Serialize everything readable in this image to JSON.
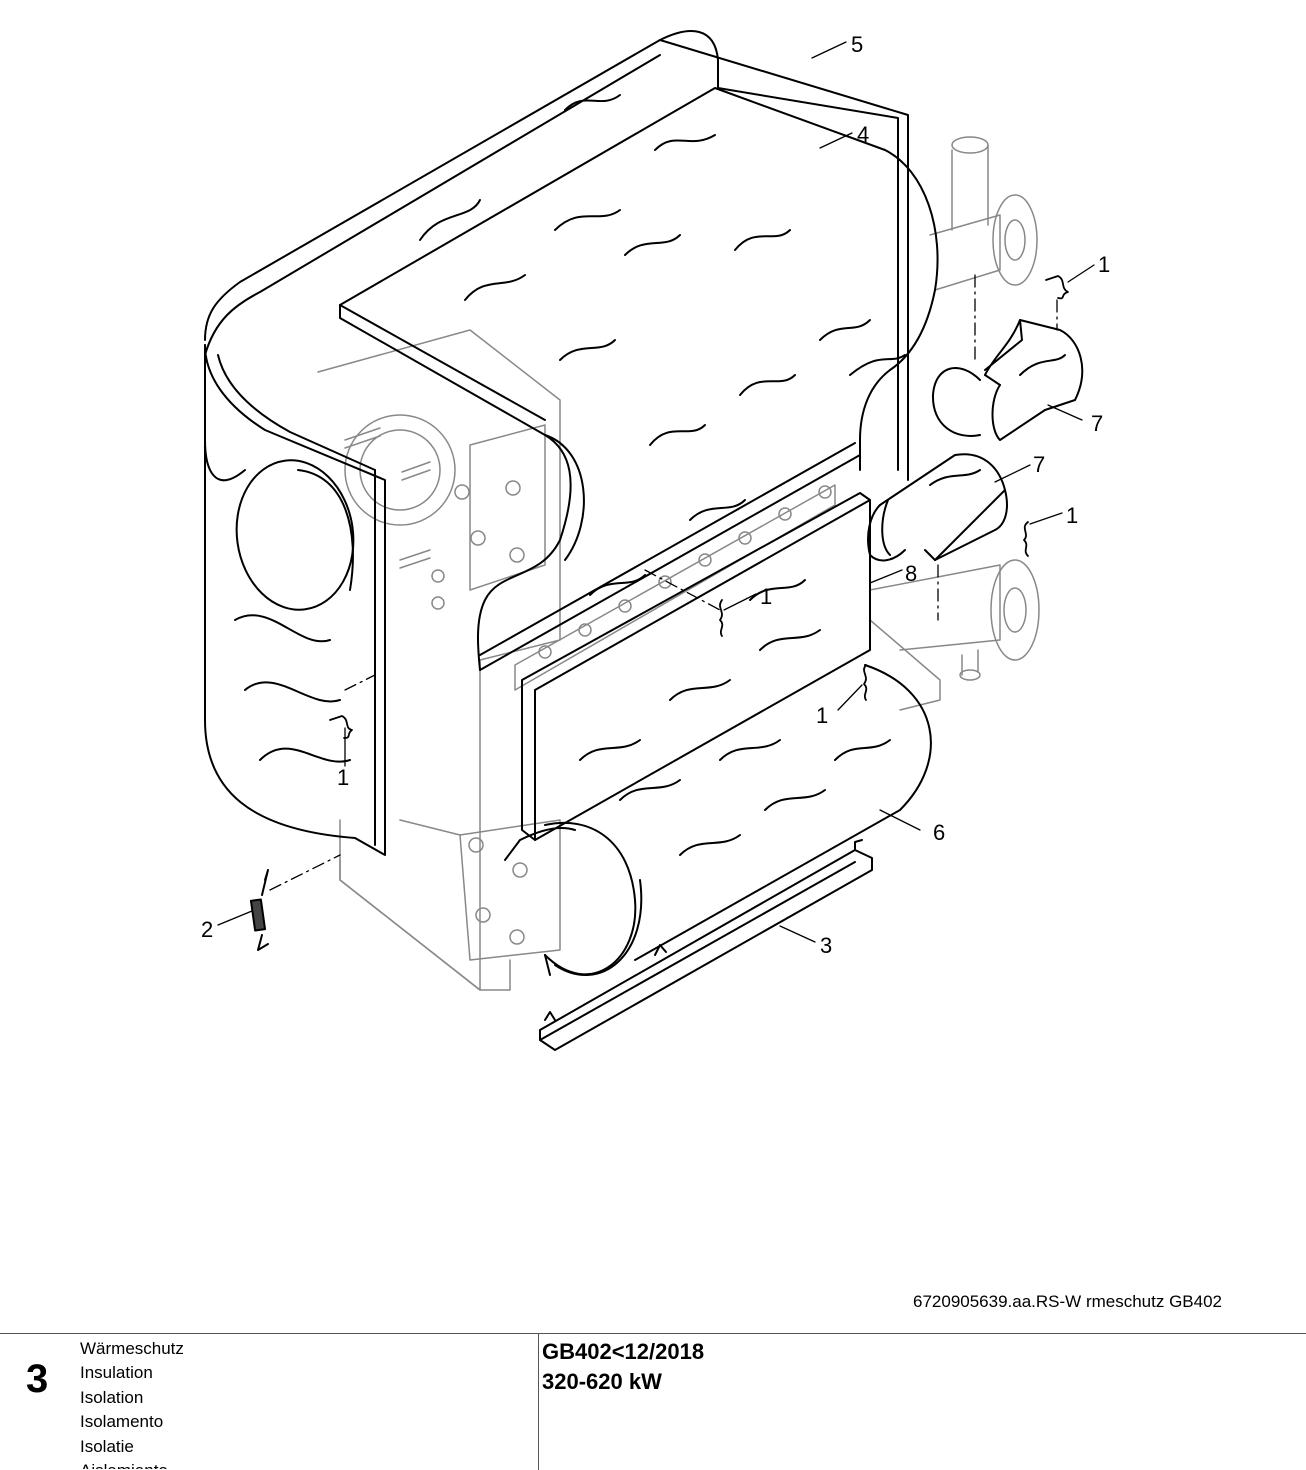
{
  "diagram": {
    "callouts": [
      {
        "id": "c5",
        "label": "5"
      },
      {
        "id": "c4",
        "label": "4"
      },
      {
        "id": "c1a",
        "label": "1"
      },
      {
        "id": "c7a",
        "label": "7"
      },
      {
        "id": "c7b",
        "label": "7"
      },
      {
        "id": "c1b",
        "label": "1"
      },
      {
        "id": "c8",
        "label": "8"
      },
      {
        "id": "c1c",
        "label": "1"
      },
      {
        "id": "c1d",
        "label": "1"
      },
      {
        "id": "c1e",
        "label": "1"
      },
      {
        "id": "c6",
        "label": "6"
      },
      {
        "id": "c2",
        "label": "2"
      },
      {
        "id": "c3",
        "label": "3"
      }
    ],
    "reference_code": "6720905639.aa.RS-W rmeschutz GB402"
  },
  "footer": {
    "section_number": "3",
    "languages": [
      "Wärmeschutz",
      "Insulation",
      "Isolation",
      "Isolamento",
      "Isolatie",
      "Aislamiento"
    ],
    "model": "GB402<12/2018",
    "power_range": "320-620 kW"
  }
}
